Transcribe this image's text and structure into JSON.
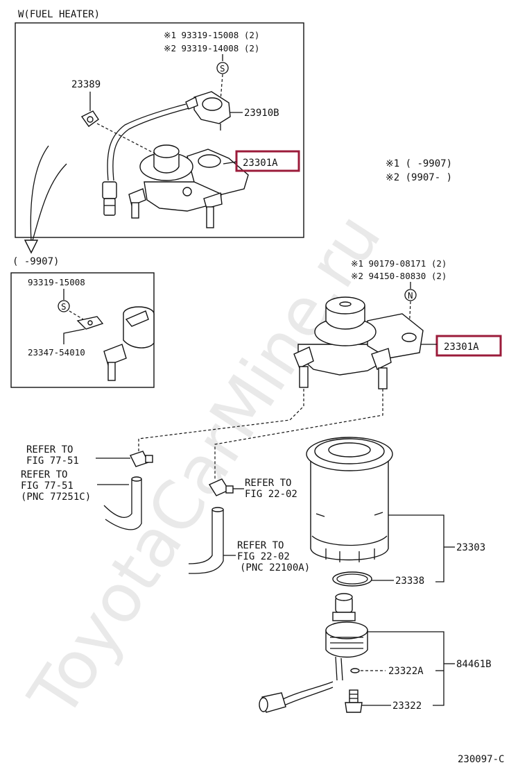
{
  "title": "W(FUEL HEATER)",
  "watermark": "ToyotaCarMine.ru",
  "highlight_color": "#9b1b3a",
  "heater_inset": {
    "screw_1": "※1 93319-15008 (2)",
    "screw_2": "※2 93319-14008 (2)",
    "s_mark": "S",
    "clamp": "23389",
    "heater": "23910B",
    "filter_head": "23301A"
  },
  "legend": {
    "line1": "※1 (     -9907)",
    "line2": "※2 (9907-     )"
  },
  "old_inset": {
    "range": "(     -9907)",
    "screw": "93319-15008",
    "s_mark": "S",
    "bracket": "23347-54010"
  },
  "main": {
    "bolt_1": "※1 90179-08171 (2)",
    "bolt_2": "※2 94150-80830 (2)",
    "n_mark": "N",
    "filter_head": "23301A",
    "refer1_l1": "REFER TO",
    "refer1_l2": "FIG 77-51",
    "refer2_l1": "REFER TO",
    "refer2_l2": "FIG 77-51",
    "refer2_l3": "(PNC 77251C)",
    "refer3_l1": "REFER TO",
    "refer3_l2": "FIG 22-02",
    "refer4_l1": "REFER TO",
    "refer4_l2": "FIG 22-02",
    "refer4_l3": "(PNC 22100A)",
    "filter": "23303",
    "gasket": "23338",
    "sensor_assy": "84461B",
    "oring": "23322A",
    "plug": "23322"
  },
  "figure_code": "230097-C"
}
